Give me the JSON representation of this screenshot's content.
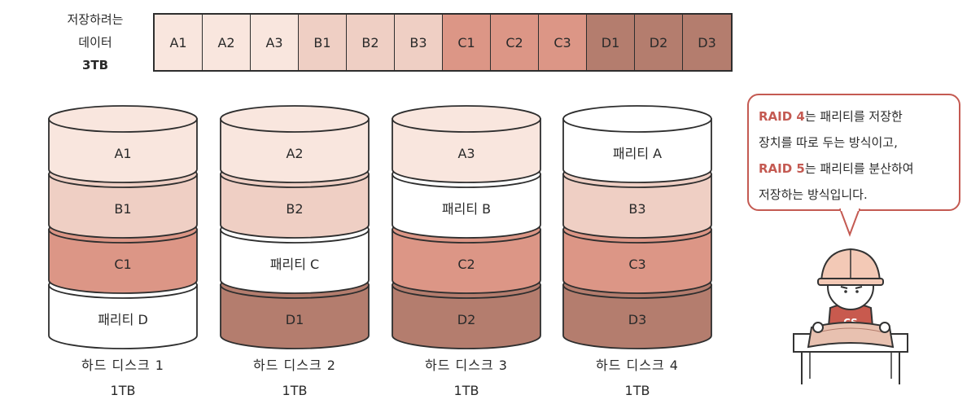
{
  "data_label": {
    "line1": "저장하려는",
    "line2": "데이터",
    "size": "3TB"
  },
  "blocks": [
    {
      "label": "A1",
      "color": "#f9e6de"
    },
    {
      "label": "A2",
      "color": "#f9e6de"
    },
    {
      "label": "A3",
      "color": "#f9e6de"
    },
    {
      "label": "B1",
      "color": "#efcfc4"
    },
    {
      "label": "B2",
      "color": "#efcfc4"
    },
    {
      "label": "B3",
      "color": "#efcfc4"
    },
    {
      "label": "C1",
      "color": "#dc9686"
    },
    {
      "label": "C2",
      "color": "#dc9686"
    },
    {
      "label": "C3",
      "color": "#dc9686"
    },
    {
      "label": "D1",
      "color": "#b47d6e"
    },
    {
      "label": "D2",
      "color": "#b47d6e"
    },
    {
      "label": "D3",
      "color": "#b47d6e"
    }
  ],
  "disks": [
    {
      "name": "하드 디스크 1",
      "size": "1TB",
      "layers": [
        {
          "label": "A1",
          "color": "#f9e6de"
        },
        {
          "label": "B1",
          "color": "#efcfc4"
        },
        {
          "label": "C1",
          "color": "#dc9686"
        },
        {
          "label": "패리티 D",
          "color": "#ffffff"
        }
      ]
    },
    {
      "name": "하드 디스크 2",
      "size": "1TB",
      "layers": [
        {
          "label": "A2",
          "color": "#f9e6de"
        },
        {
          "label": "B2",
          "color": "#efcfc4"
        },
        {
          "label": "패리티 C",
          "color": "#ffffff"
        },
        {
          "label": "D1",
          "color": "#b47d6e"
        }
      ]
    },
    {
      "name": "하드 디스크 3",
      "size": "1TB",
      "layers": [
        {
          "label": "A3",
          "color": "#f9e6de"
        },
        {
          "label": "패리티 B",
          "color": "#ffffff"
        },
        {
          "label": "C2",
          "color": "#dc9686"
        },
        {
          "label": "D2",
          "color": "#b47d6e"
        }
      ]
    },
    {
      "name": "하드 디스크 4",
      "size": "1TB",
      "layers": [
        {
          "label": "패리티 A",
          "color": "#ffffff"
        },
        {
          "label": "B3",
          "color": "#efcfc4"
        },
        {
          "label": "C3",
          "color": "#dc9686"
        },
        {
          "label": "D3",
          "color": "#b47d6e"
        }
      ]
    }
  ],
  "bubble": {
    "raid4": "RAID 4",
    "line1_rest": "는 패리티를 저장한",
    "line2": "장치를 따로 두는 방식이고,",
    "raid5": "RAID 5",
    "line3_rest": "는 패리티를 분산하여",
    "line4": "저장하는 방식입니다.",
    "accent_color": "#c45a52"
  },
  "mascot": {
    "shirt_text": "CS"
  }
}
